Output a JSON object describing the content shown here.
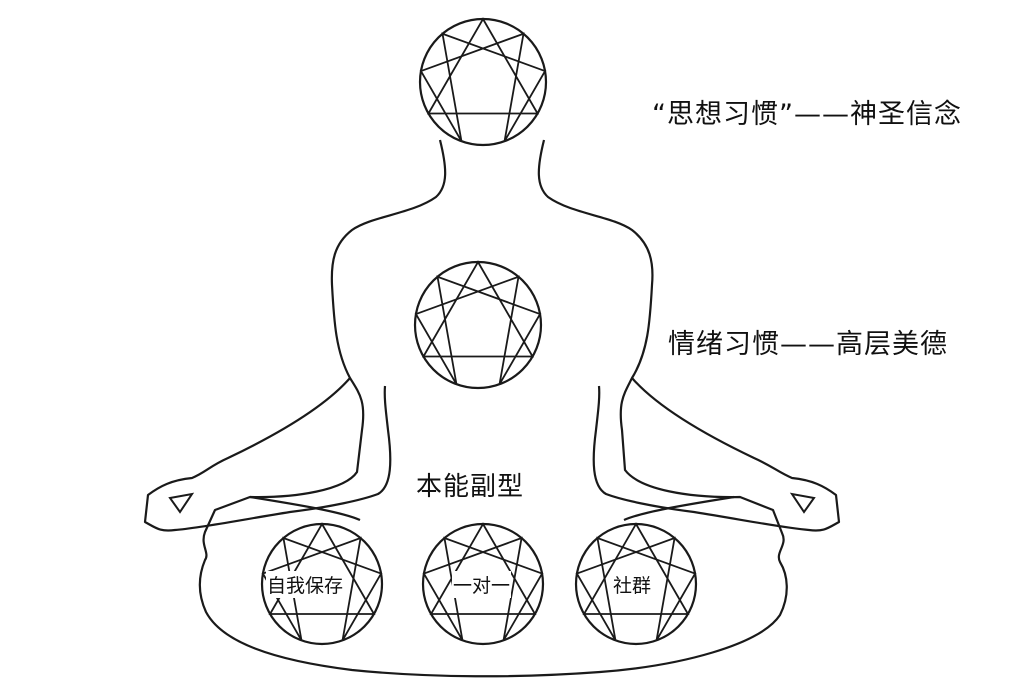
{
  "labels": {
    "head": "“思想习惯”——神圣信念",
    "chest": "情绪习惯——高层美德",
    "belly": "本能副型"
  },
  "subtypes": [
    {
      "label": "自我保存"
    },
    {
      "label": "一对一"
    },
    {
      "label": "社群"
    }
  ],
  "colors": {
    "line": "#1a1a1a",
    "background": "#ffffff"
  },
  "symbol": "enneagram"
}
